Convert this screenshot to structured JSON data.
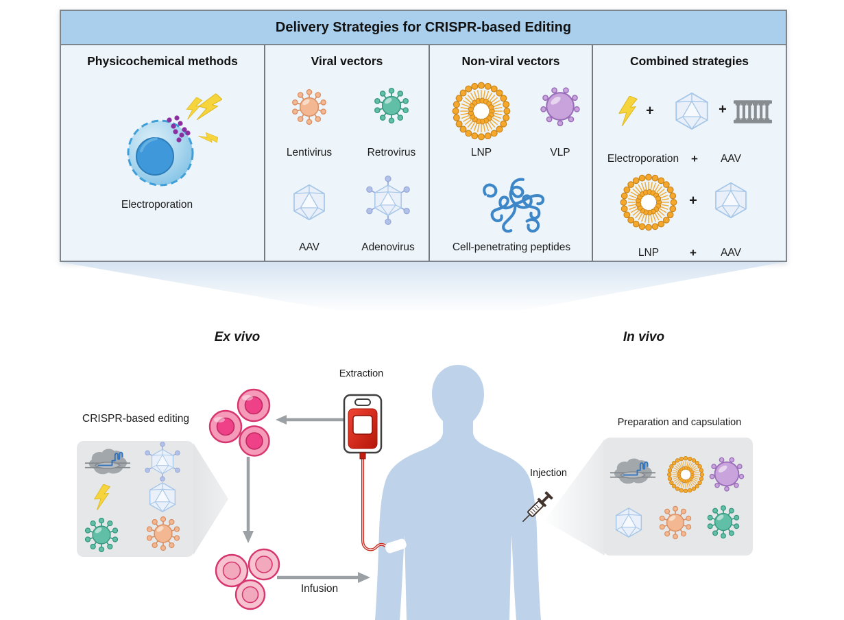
{
  "title": "Delivery Strategies for CRISPR-based Editing",
  "plus": "+",
  "panel": {
    "columns": [
      {
        "heading": "Physicochemical methods",
        "items": [
          {
            "icon": "electroporation-cell-icon",
            "label": "Electroporation"
          }
        ]
      },
      {
        "heading": "Viral vectors",
        "items": [
          {
            "icon": "lentivirus-icon",
            "label": "Lentivirus"
          },
          {
            "icon": "retrovirus-icon",
            "label": "Retrovirus"
          },
          {
            "icon": "aav-icon",
            "label": "AAV"
          },
          {
            "icon": "adenovirus-icon",
            "label": "Adenovirus"
          }
        ]
      },
      {
        "heading": "Non-viral vectors",
        "items": [
          {
            "icon": "lnp-icon",
            "label": "LNP"
          },
          {
            "icon": "vlp-icon",
            "label": "VLP"
          },
          {
            "icon": "cell-penetrating-peptides-icon",
            "label": "Cell-penetrating peptides"
          }
        ]
      },
      {
        "heading": "Combined strategies",
        "rows": [
          {
            "icons": [
              "lightning-bolt-icon",
              "aav-icon",
              "dna-icon"
            ],
            "labels": [
              "Electroporation",
              "+",
              "AAV"
            ]
          },
          {
            "icons": [
              "lnp-icon",
              "aav-icon"
            ],
            "labels": [
              "LNP",
              "+",
              "AAV"
            ]
          }
        ]
      }
    ]
  },
  "scene": {
    "ex_vivo": "Ex vivo",
    "in_vivo": "In vivo",
    "extraction": "Extraction",
    "infusion": "Infusion",
    "injection": "Injection",
    "crispr_editing": "CRISPR-based editing",
    "preparation": "Preparation and capsulation"
  },
  "icons": [
    "electroporation-cell-icon",
    "lentivirus-icon",
    "retrovirus-icon",
    "aav-icon",
    "adenovirus-icon",
    "lnp-icon",
    "vlp-icon",
    "cell-penetrating-peptides-icon",
    "lightning-bolt-icon",
    "dna-icon",
    "cas9-complex-icon",
    "blood-bag-icon",
    "syringe-icon",
    "human-silhouette",
    "extracted-cells-icon",
    "edited-cells-icon"
  ],
  "colors": {
    "title_bar": "#a9cfec",
    "panel_bg": "#edf4fa",
    "silhouette": "#bed3e9",
    "gray_box": "#e5e7e9",
    "arrow": "#9aa0a3",
    "lentivirus": "#f3b891",
    "retrovirus": "#62bfa7",
    "vlp": "#c9a3dc",
    "aav_stroke": "#a6c6e8",
    "lnp": "#f5a82c",
    "cpp": "#3d86c8",
    "blood": "#cc1f10",
    "cell_outer": "#f59ab8",
    "cell_inner": "#ee4188",
    "edited_cell_outer": "#f7c3d0",
    "lightning": "#f6d53c"
  }
}
